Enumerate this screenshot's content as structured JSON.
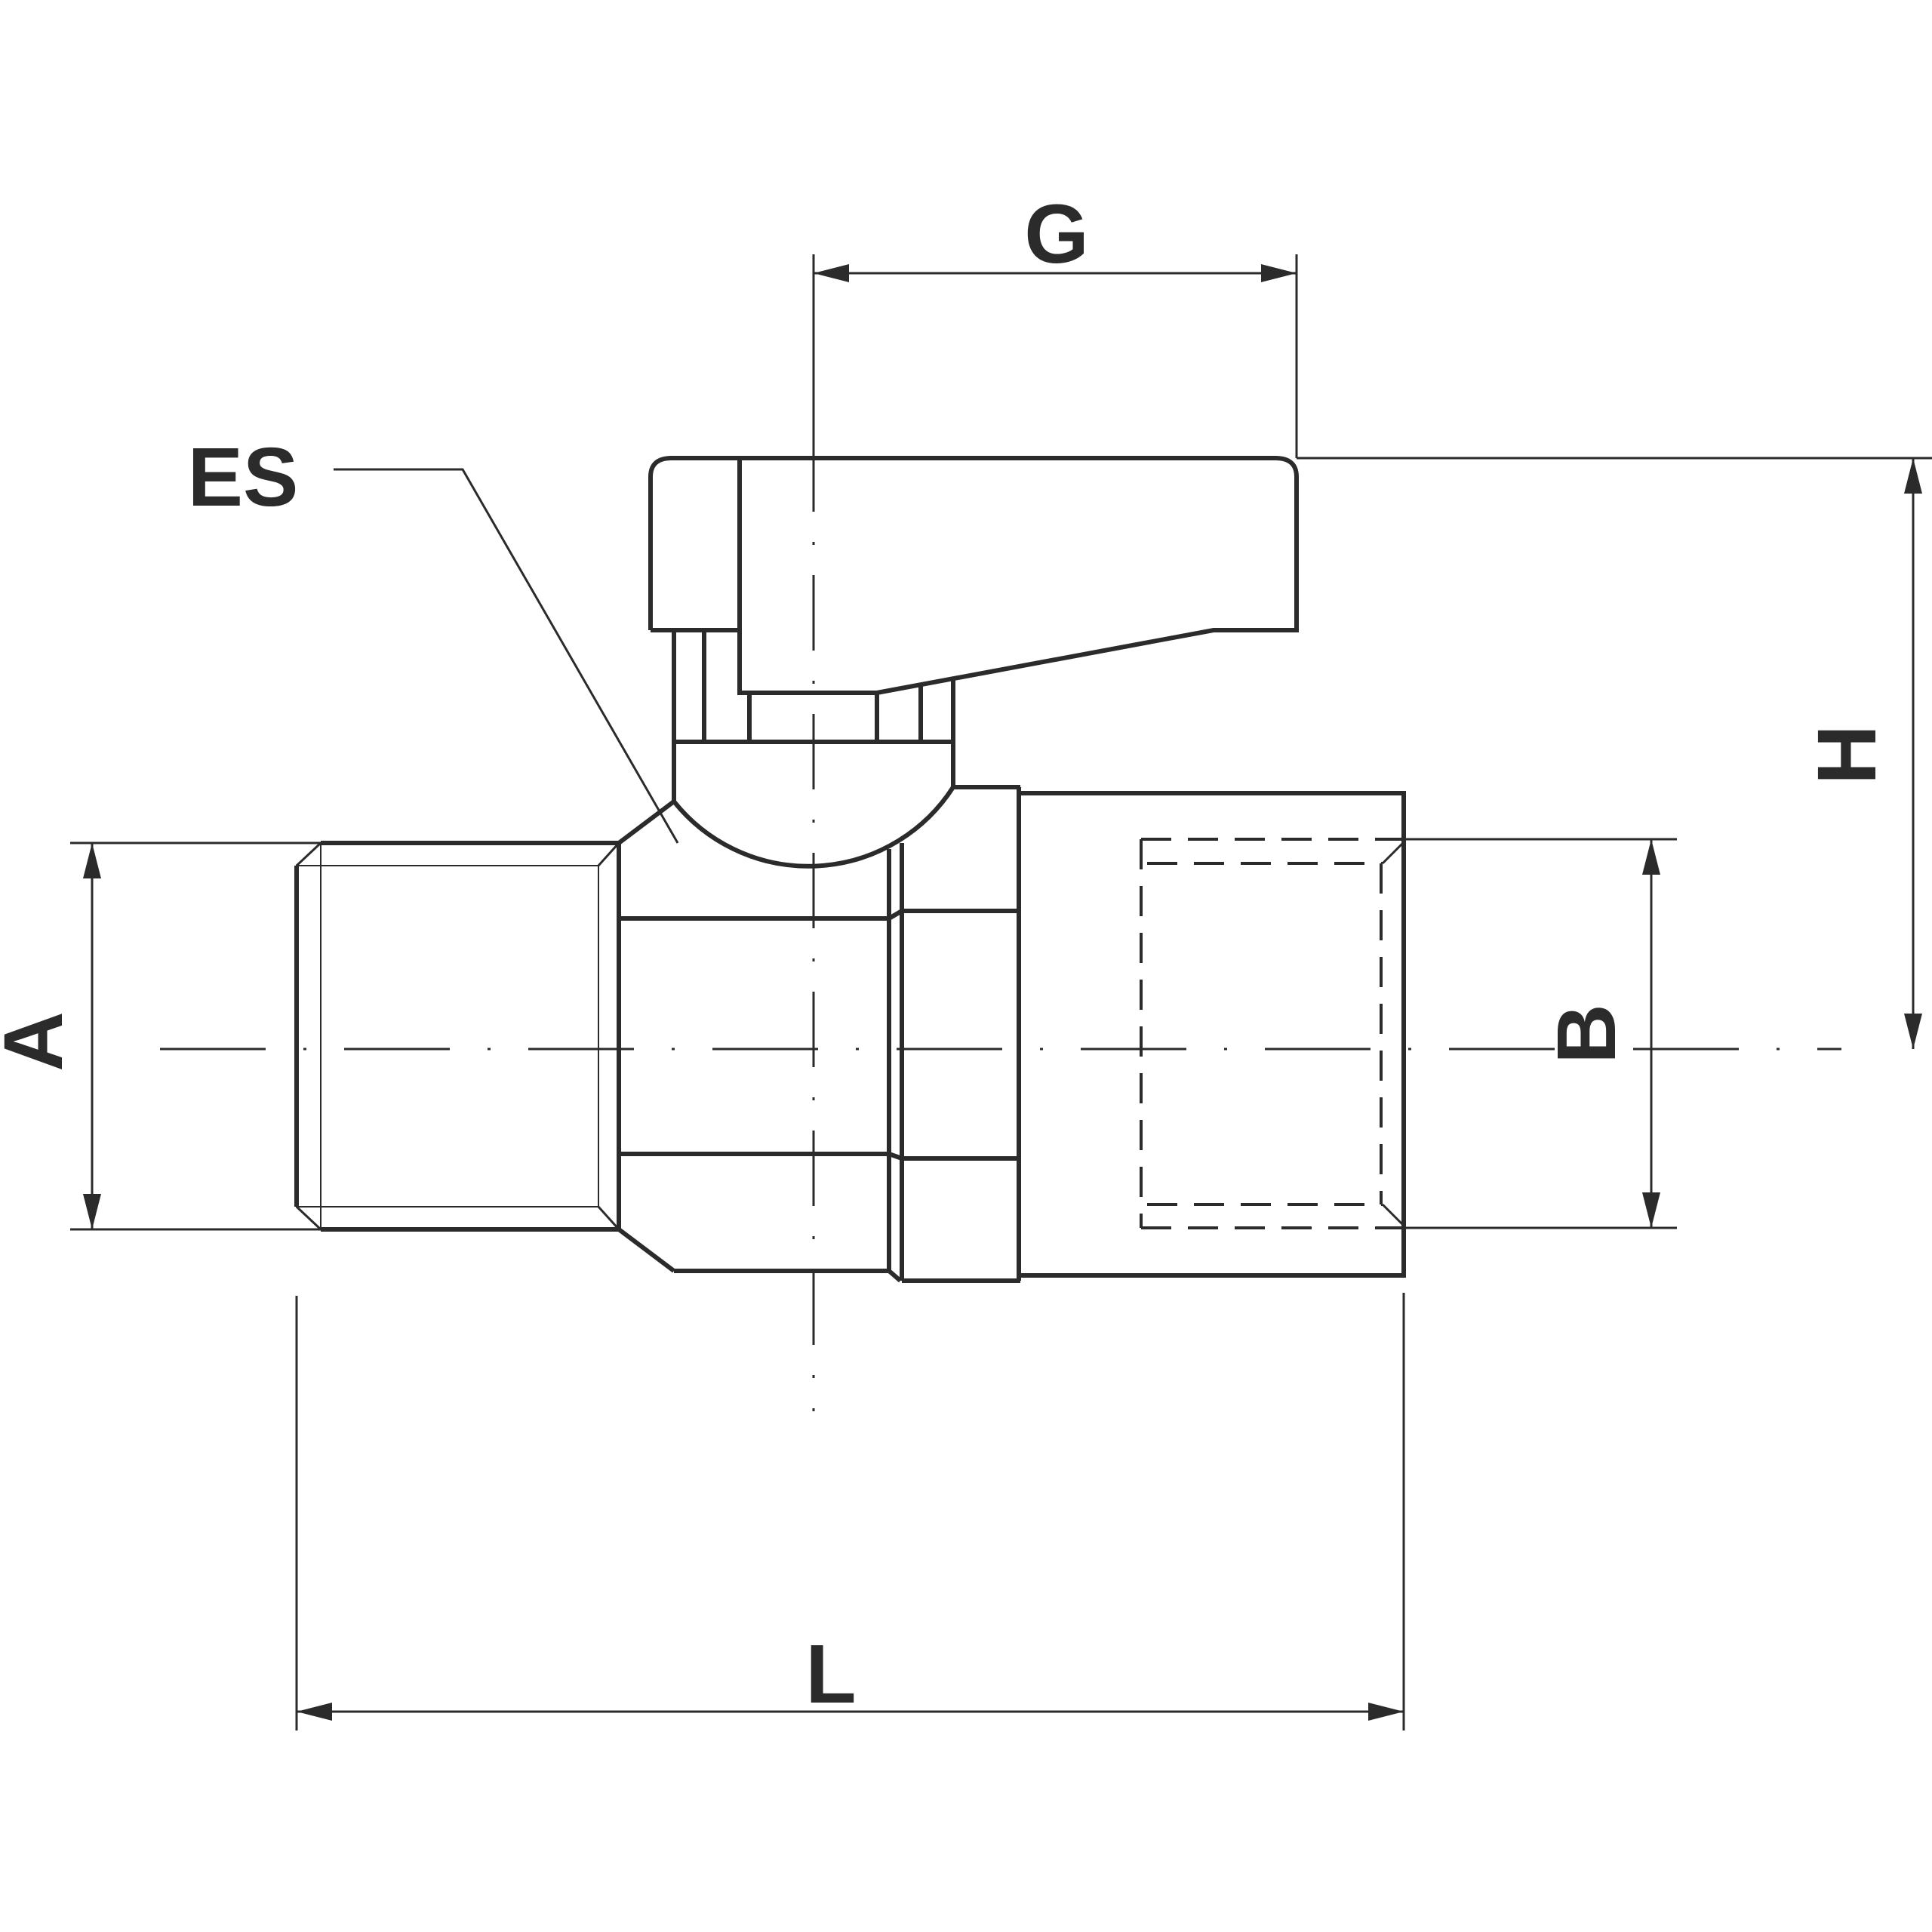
{
  "labels": {
    "g": "G",
    "es": "ES",
    "a": "A",
    "b": "B",
    "h": "H",
    "l": "L"
  },
  "colors": {
    "line": "#2b2b2b",
    "background": "#ffffff"
  }
}
